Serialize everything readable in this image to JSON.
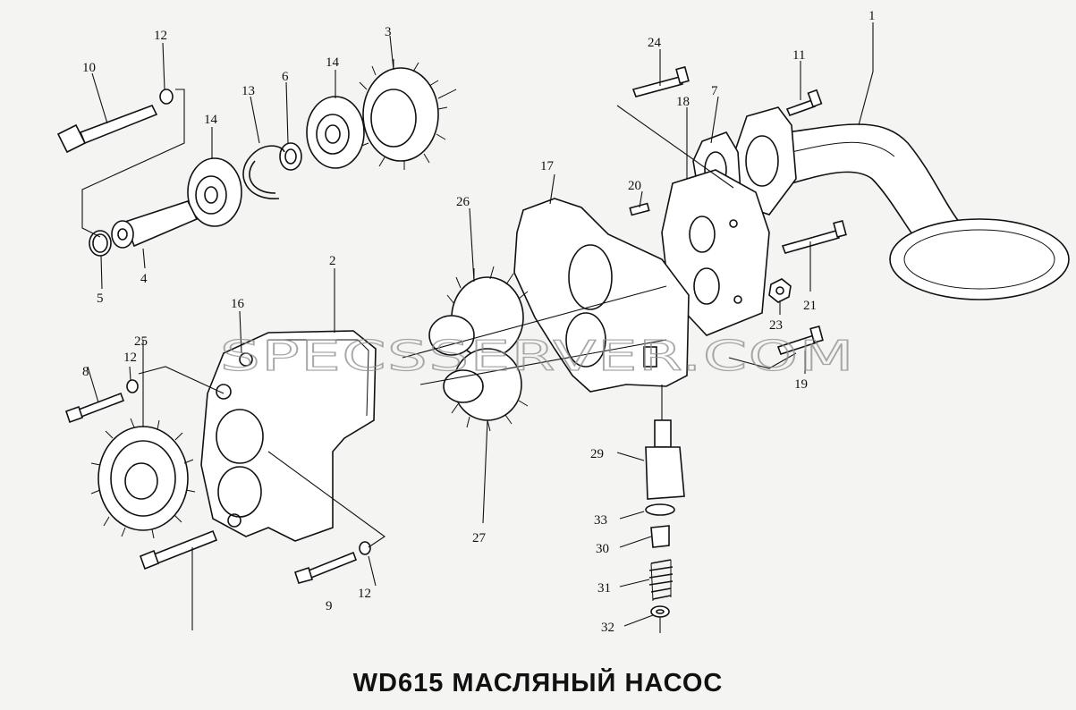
{
  "title": "WD615 МАСЛЯНЫЙ НАСОС",
  "watermark": "SPECSSERVER.COM",
  "callouts": [
    {
      "id": "c-1",
      "text": "1"
    },
    {
      "id": "c-2",
      "text": "2"
    },
    {
      "id": "c-3",
      "text": "3"
    },
    {
      "id": "c-4",
      "text": "4"
    },
    {
      "id": "c-5",
      "text": "5"
    },
    {
      "id": "c-6",
      "text": "6"
    },
    {
      "id": "c-7",
      "text": "7"
    },
    {
      "id": "c-8",
      "text": "8"
    },
    {
      "id": "c-9",
      "text": "9"
    },
    {
      "id": "c-10",
      "text": "10"
    },
    {
      "id": "c-11",
      "text": "11"
    },
    {
      "id": "c-12a",
      "text": "12"
    },
    {
      "id": "c-12b",
      "text": "12"
    },
    {
      "id": "c-12c",
      "text": "12"
    },
    {
      "id": "c-13",
      "text": "13"
    },
    {
      "id": "c-14a",
      "text": "14"
    },
    {
      "id": "c-14b",
      "text": "14"
    },
    {
      "id": "c-16",
      "text": "16"
    },
    {
      "id": "c-17",
      "text": "17"
    },
    {
      "id": "c-18",
      "text": "18"
    },
    {
      "id": "c-19",
      "text": "19"
    },
    {
      "id": "c-20",
      "text": "20"
    },
    {
      "id": "c-21",
      "text": "21"
    },
    {
      "id": "c-23",
      "text": "23"
    },
    {
      "id": "c-24",
      "text": "24"
    },
    {
      "id": "c-25",
      "text": "25"
    },
    {
      "id": "c-26",
      "text": "26"
    },
    {
      "id": "c-27",
      "text": "27"
    },
    {
      "id": "c-29",
      "text": "29"
    },
    {
      "id": "c-30",
      "text": "30"
    },
    {
      "id": "c-31",
      "text": "31"
    },
    {
      "id": "c-32",
      "text": "32"
    },
    {
      "id": "c-33",
      "text": "33"
    }
  ]
}
